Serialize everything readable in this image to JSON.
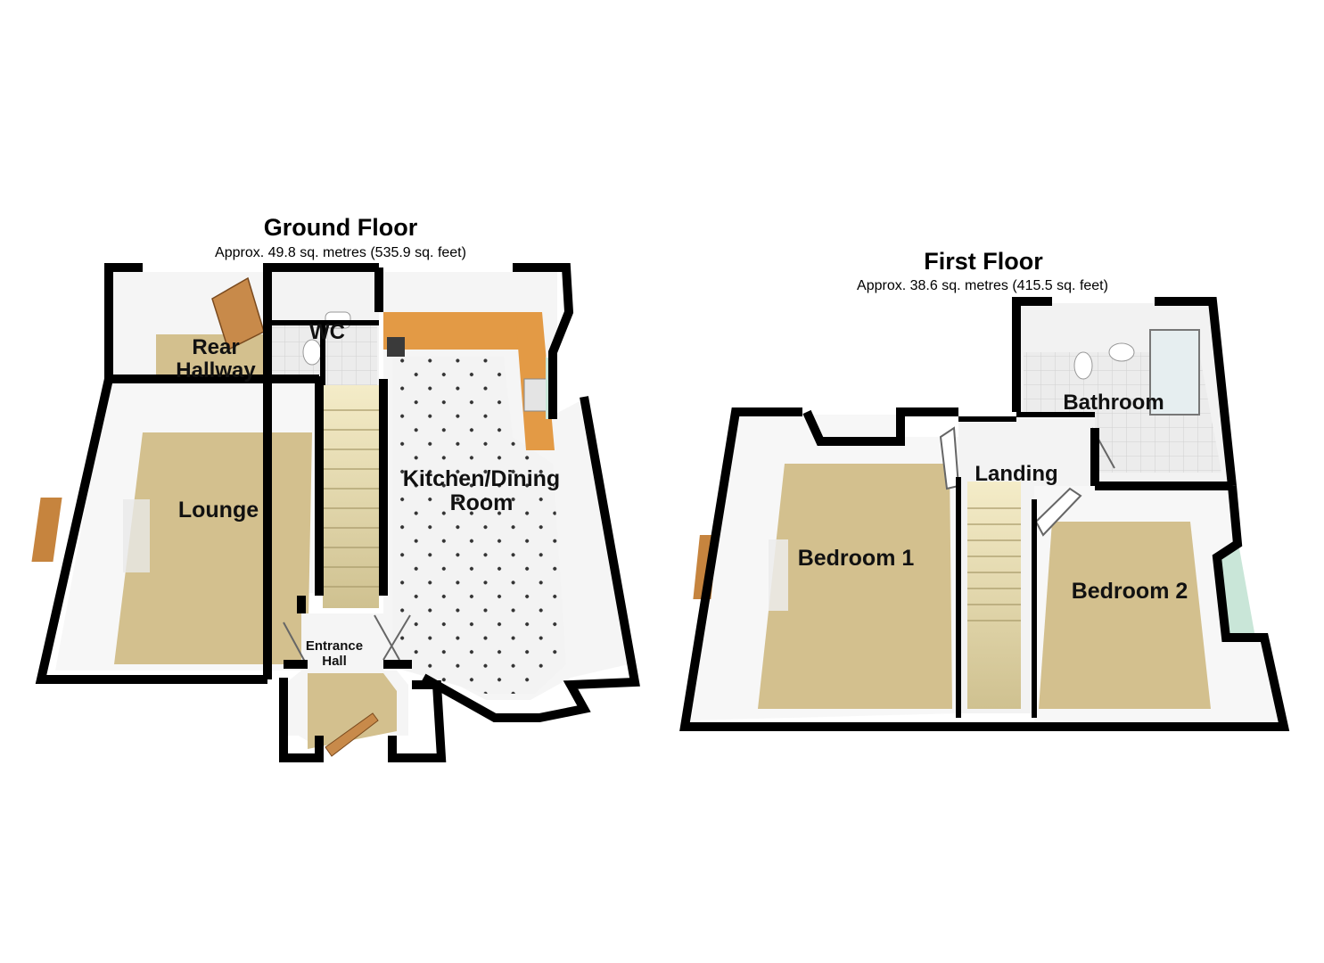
{
  "ground_floor": {
    "title": "Ground Floor",
    "area": "Approx. 49.8 sq. metres (535.9 sq. feet)",
    "rooms": {
      "rear_hallway_1": "Rear",
      "rear_hallway_2": "Hallway",
      "wc": "WC",
      "kitchen_1": "Kitchen/Dining",
      "kitchen_2": "Room",
      "lounge": "Lounge",
      "entrance_1": "Entrance",
      "entrance_2": "Hall"
    }
  },
  "first_floor": {
    "title": "First Floor",
    "area": "Approx. 38.6 sq. metres (415.5 sq. feet)",
    "rooms": {
      "bathroom": "Bathroom",
      "landing": "Landing",
      "bedroom_1": "Bedroom 1",
      "bedroom_2": "Bedroom 2"
    }
  },
  "colors": {
    "wall": "#000000",
    "carpet": "#d3c08e",
    "tile": "#f2f2f2",
    "worktop": "#e39a45",
    "glass": "#dff3f0"
  }
}
